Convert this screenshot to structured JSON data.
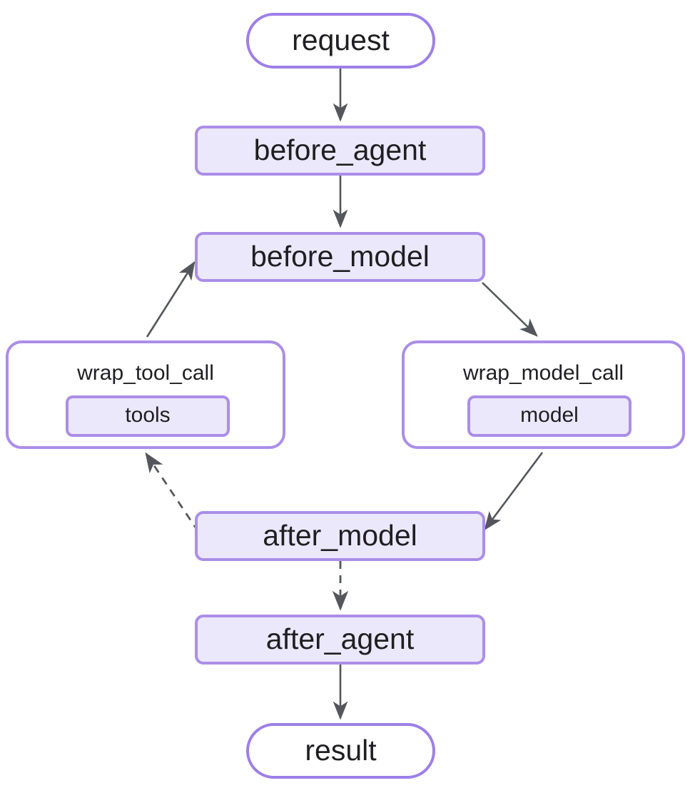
{
  "diagram": {
    "type": "flowchart",
    "direction": "top-to-bottom",
    "colors": {
      "node_border": "#ab8ee8",
      "terminal_border": "#9d7fe8",
      "node_fill": "#ece8fb",
      "terminal_fill": "#ffffff",
      "subgraph_fill": "#ffffff",
      "edge_stroke": "#54565c",
      "text": "#1f1f22",
      "background": "#ffffff"
    },
    "nodes": {
      "request": {
        "label": "request",
        "shape": "stadium"
      },
      "before_agent": {
        "label": "before_agent",
        "shape": "rounded-rect"
      },
      "before_model": {
        "label": "before_model",
        "shape": "rounded-rect"
      },
      "wrap_tool_call": {
        "label": "wrap_tool_call",
        "shape": "subgraph"
      },
      "tools": {
        "label": "tools",
        "shape": "rounded-rect"
      },
      "wrap_model_call": {
        "label": "wrap_model_call",
        "shape": "subgraph"
      },
      "model": {
        "label": "model",
        "shape": "rounded-rect"
      },
      "after_model": {
        "label": "after_model",
        "shape": "rounded-rect"
      },
      "after_agent": {
        "label": "after_agent",
        "shape": "rounded-rect"
      },
      "result": {
        "label": "result",
        "shape": "stadium"
      }
    },
    "edges": [
      {
        "from": "request",
        "to": "before_agent",
        "style": "solid",
        "label": ""
      },
      {
        "from": "before_agent",
        "to": "before_model",
        "style": "solid",
        "label": ""
      },
      {
        "from": "before_model",
        "to": "wrap_model_call",
        "style": "solid",
        "label": ""
      },
      {
        "from": "wrap_model_call",
        "to": "after_model",
        "style": "solid",
        "label": ""
      },
      {
        "from": "after_model",
        "to": "wrap_tool_call",
        "style": "dashed",
        "label": ""
      },
      {
        "from": "wrap_tool_call",
        "to": "before_model",
        "style": "solid",
        "label": ""
      },
      {
        "from": "after_model",
        "to": "after_agent",
        "style": "dashed",
        "label": ""
      },
      {
        "from": "after_agent",
        "to": "result",
        "style": "solid",
        "label": ""
      }
    ]
  }
}
